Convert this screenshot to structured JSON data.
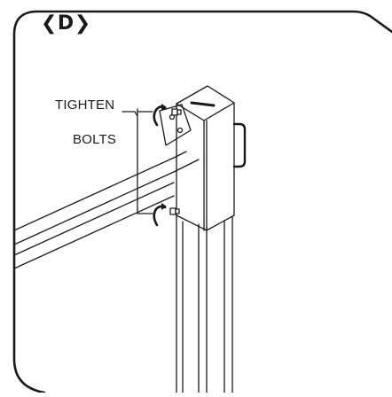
{
  "step": {
    "label": "❮D❯"
  },
  "annotation": {
    "line1": "TIGHTEN",
    "line2": "BOLTS"
  },
  "colors": {
    "ink": "#1a1a1a",
    "background": "#ffffff"
  }
}
